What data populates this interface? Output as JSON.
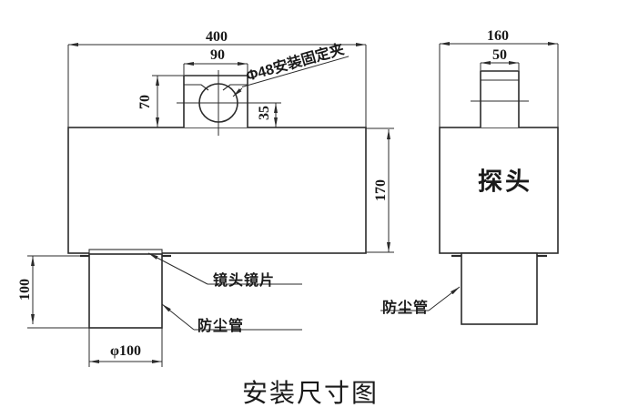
{
  "colors": {
    "line": "#2b2b2b",
    "text": "#1a1a1a",
    "background": "#ffffff"
  },
  "caption": "安装尺寸图",
  "front_view": {
    "dims": {
      "overall_width": "400",
      "clamp_width": "90",
      "clamp_height": "70",
      "clamp_center_offset": "35",
      "body_height": "170",
      "tube_height": "100",
      "tube_diameter": "φ100"
    },
    "labels": {
      "clamp": "Φ48安装固定夹",
      "lens": "镜头镜片",
      "dust_tube": "防尘管"
    }
  },
  "side_view": {
    "dims": {
      "overall_width": "160",
      "clamp_width": "50"
    },
    "labels": {
      "probe": "探头",
      "dust_tube": "防尘管"
    }
  }
}
